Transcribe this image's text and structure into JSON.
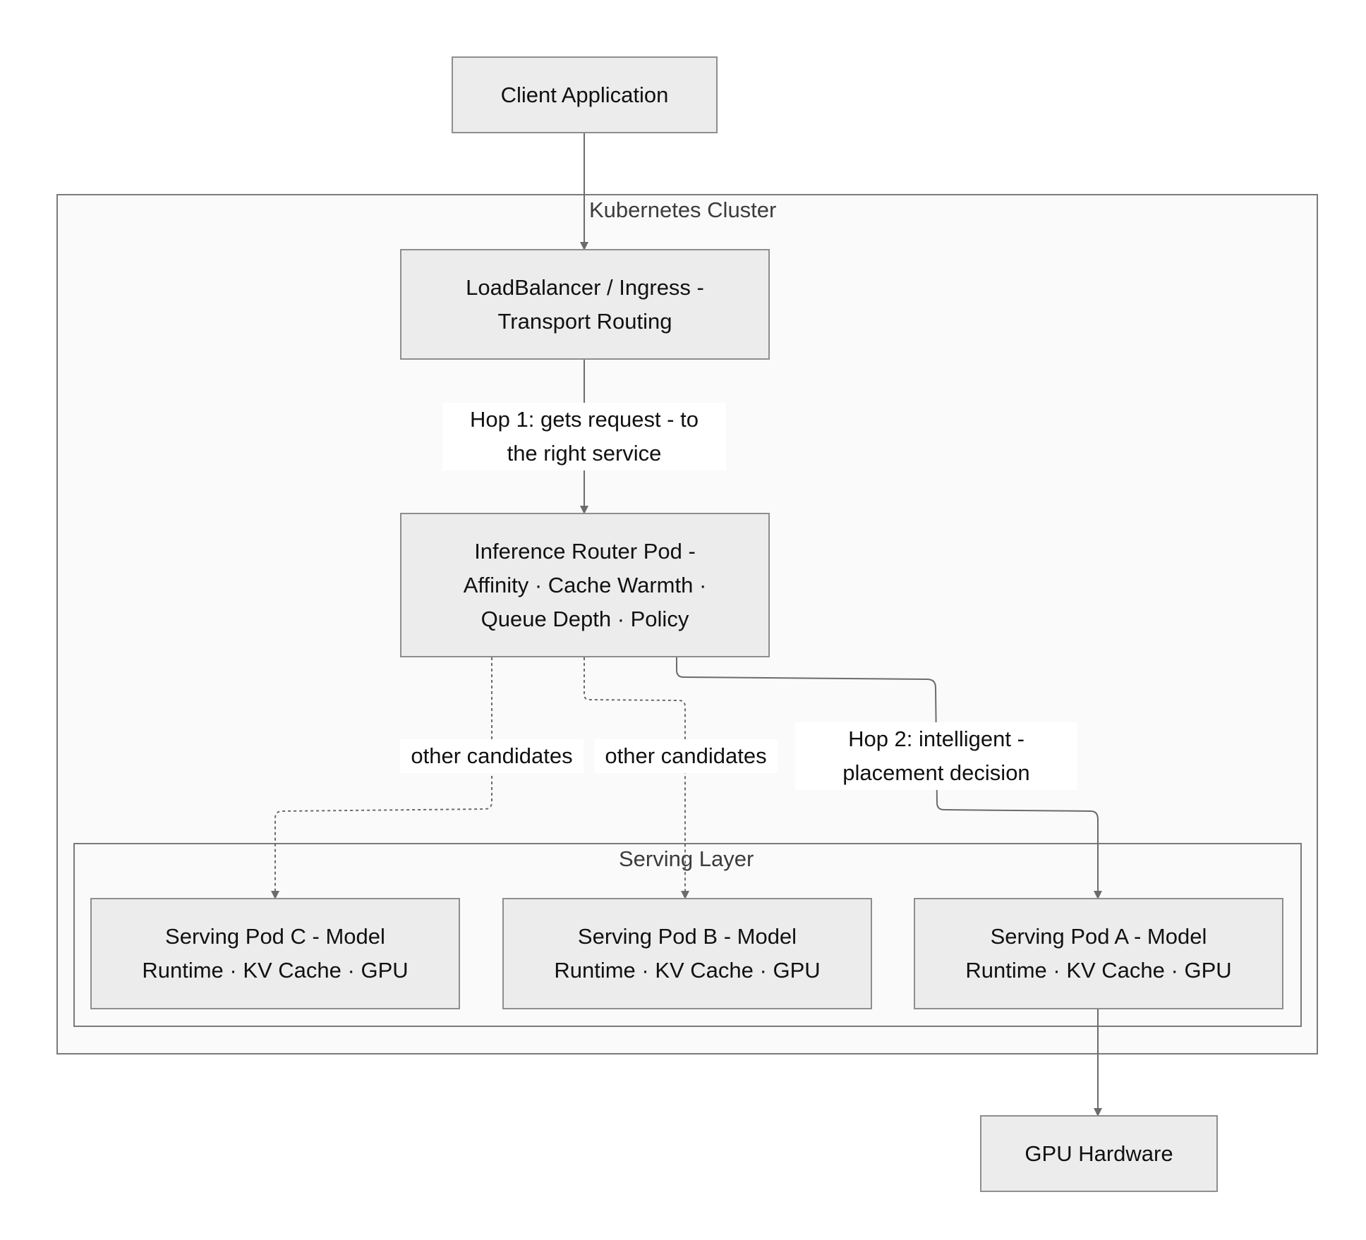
{
  "clusters": {
    "kubernetes": {
      "title": "Kubernetes Cluster"
    },
    "serving": {
      "title": "Serving Layer"
    }
  },
  "nodes": {
    "client": {
      "lines": [
        "Client Application"
      ]
    },
    "loadbalancer": {
      "lines": [
        "LoadBalancer / Ingress -",
        "Transport Routing"
      ]
    },
    "router": {
      "lines": [
        "Inference Router Pod -",
        "Affinity · Cache Warmth ·",
        "Queue Depth · Policy"
      ]
    },
    "pod_c": {
      "lines": [
        "Serving Pod C - Model",
        "Runtime · KV Cache · GPU"
      ]
    },
    "pod_b": {
      "lines": [
        "Serving Pod B - Model",
        "Runtime · KV Cache · GPU"
      ]
    },
    "pod_a": {
      "lines": [
        "Serving Pod A - Model",
        "Runtime · KV Cache · GPU"
      ]
    },
    "gpu": {
      "lines": [
        "GPU Hardware"
      ]
    }
  },
  "edges": {
    "hop1": {
      "lines": [
        "Hop 1: gets request - to",
        "the right service"
      ]
    },
    "other_c": {
      "lines": [
        "other candidates"
      ]
    },
    "other_b": {
      "lines": [
        "other candidates"
      ]
    },
    "hop2": {
      "lines": [
        "Hop 2: intelligent -",
        "placement decision"
      ]
    }
  },
  "colors": {
    "node_fill": "#ececec",
    "node_border": "#8e8e8e",
    "cluster_fill": "#fafafa",
    "cluster_border": "#7a7a7a",
    "edge": "#6b6b6b"
  }
}
